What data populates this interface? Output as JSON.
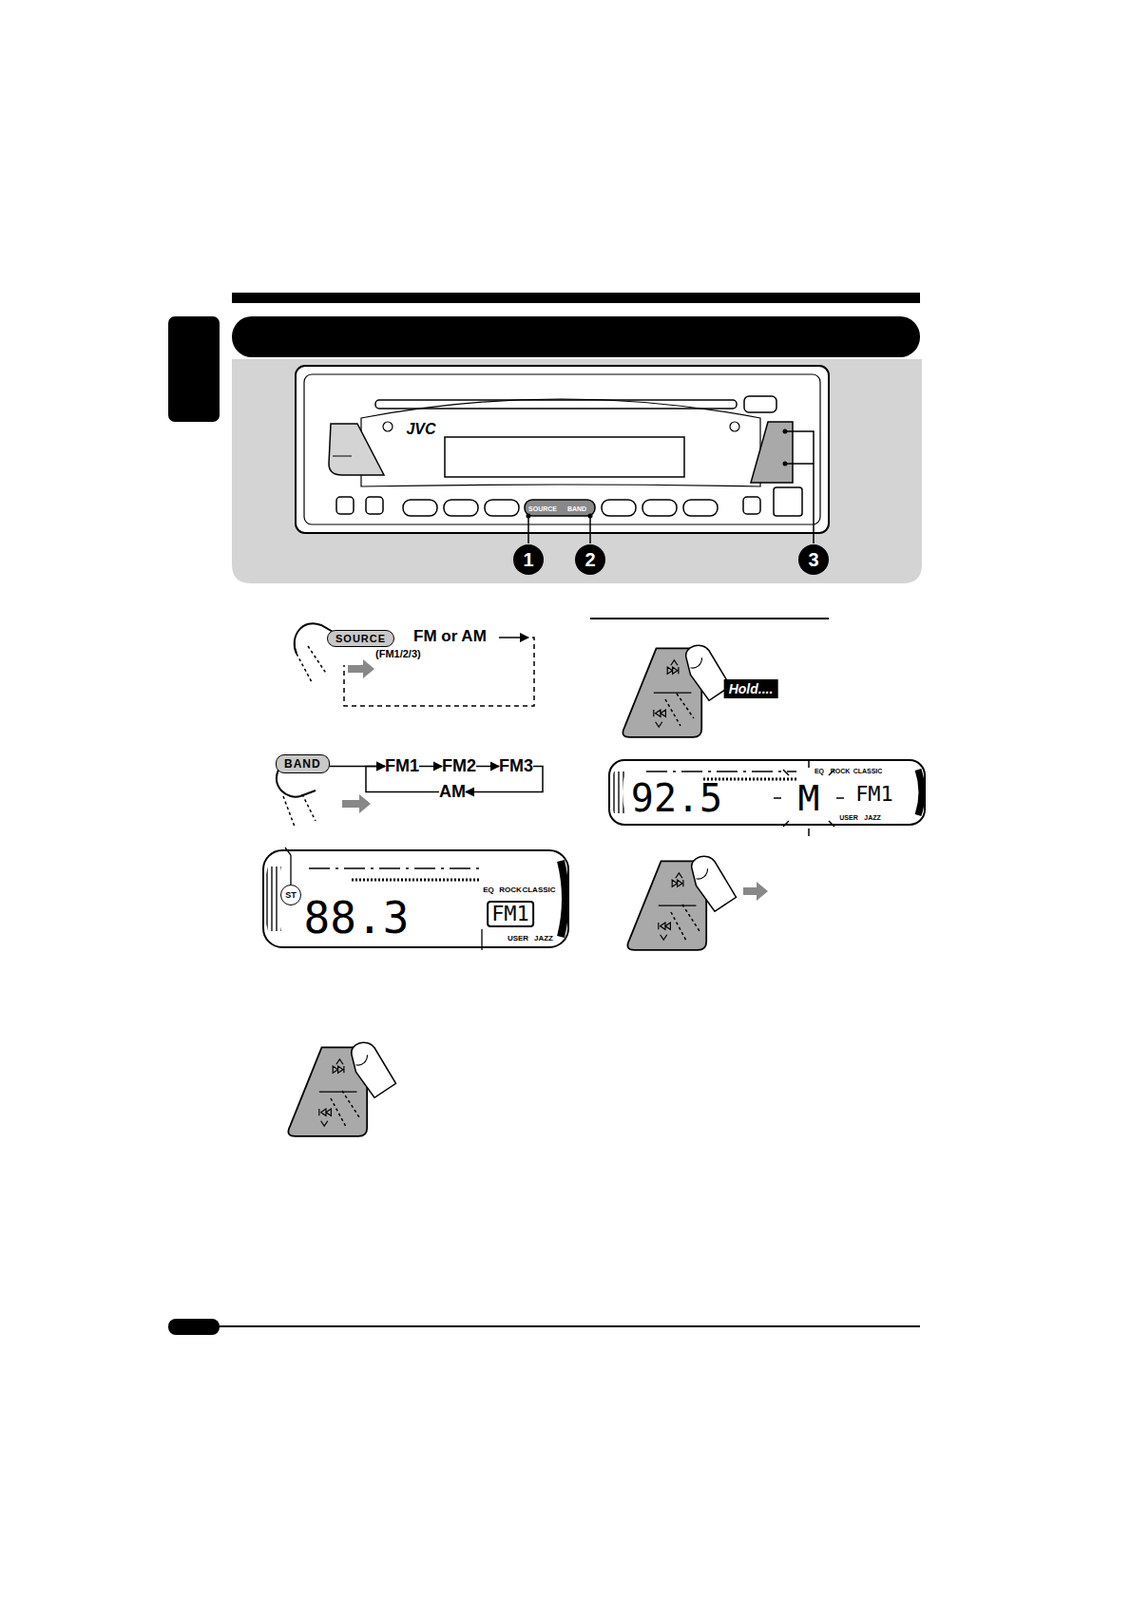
{
  "diagram": {
    "nodes": [
      {
        "text": [
          "SOURCE"
        ]
      },
      {
        "text": [
          "FM or AM",
          "(FM1/2/3)"
        ]
      },
      {
        "text": [
          "BAND"
        ]
      },
      {
        "text": [
          "FM1"
        ]
      },
      {
        "text": [
          "FM2"
        ]
      },
      {
        "text": [
          "FM3"
        ]
      },
      {
        "text": [
          "AM"
        ]
      }
    ],
    "edges": [
      {
        "from": 0,
        "to": 1,
        "arrow": "to"
      },
      {
        "from": 2,
        "to": 3,
        "arrow": "to"
      },
      {
        "from": 3,
        "to": 4,
        "arrow": "to"
      },
      {
        "from": 4,
        "to": 5,
        "arrow": "to"
      },
      {
        "from": 5,
        "to": 6,
        "arrow": "to"
      },
      {
        "from": 6,
        "to": 3,
        "arrow": "to"
      }
    ],
    "labels": [
      "JVC",
      "SOURCE",
      "BAND",
      "1",
      "2",
      "3",
      "ST",
      "88.3",
      "FM1",
      "EQ",
      "ROCK",
      "CLASSIC",
      "USER",
      "JAZZ",
      "Hold....",
      "92.5",
      "M",
      "FM1",
      "EQ",
      "ROCK",
      "CLASSIC",
      "USER",
      "JAZZ"
    ]
  }
}
